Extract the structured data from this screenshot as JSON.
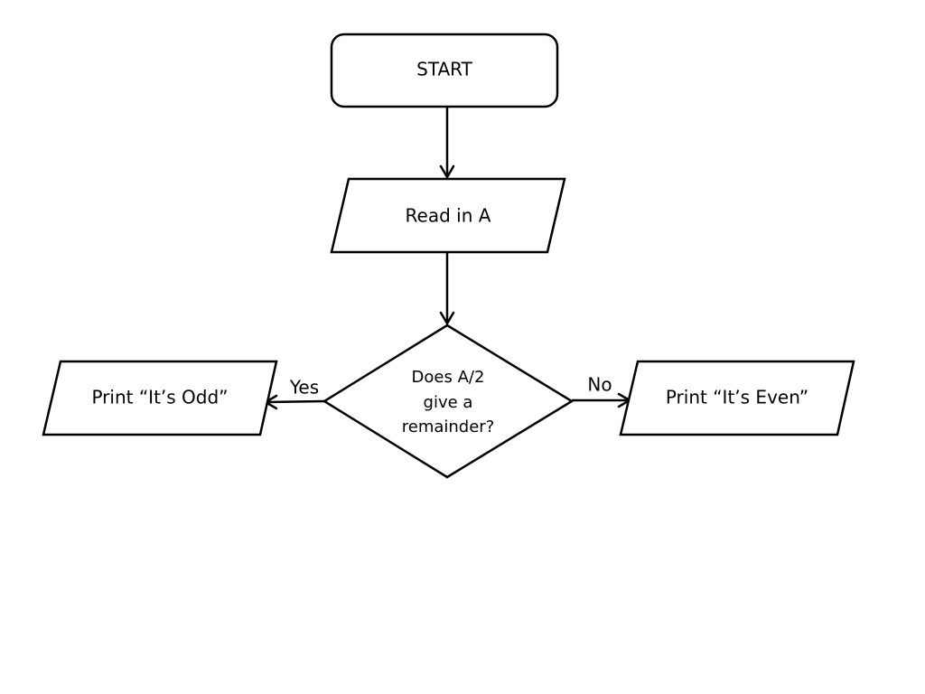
{
  "nodes": {
    "start": {
      "label": "START"
    },
    "read": {
      "label": "Read in A"
    },
    "decision": {
      "lines": [
        "Does A/2",
        "give a",
        "remainder?"
      ]
    },
    "odd": {
      "label": "Print “It’s Odd”"
    },
    "even": {
      "label": "Print “It’s Even”"
    }
  },
  "edges": {
    "yes": {
      "label": "Yes"
    },
    "no": {
      "label": "No"
    }
  }
}
